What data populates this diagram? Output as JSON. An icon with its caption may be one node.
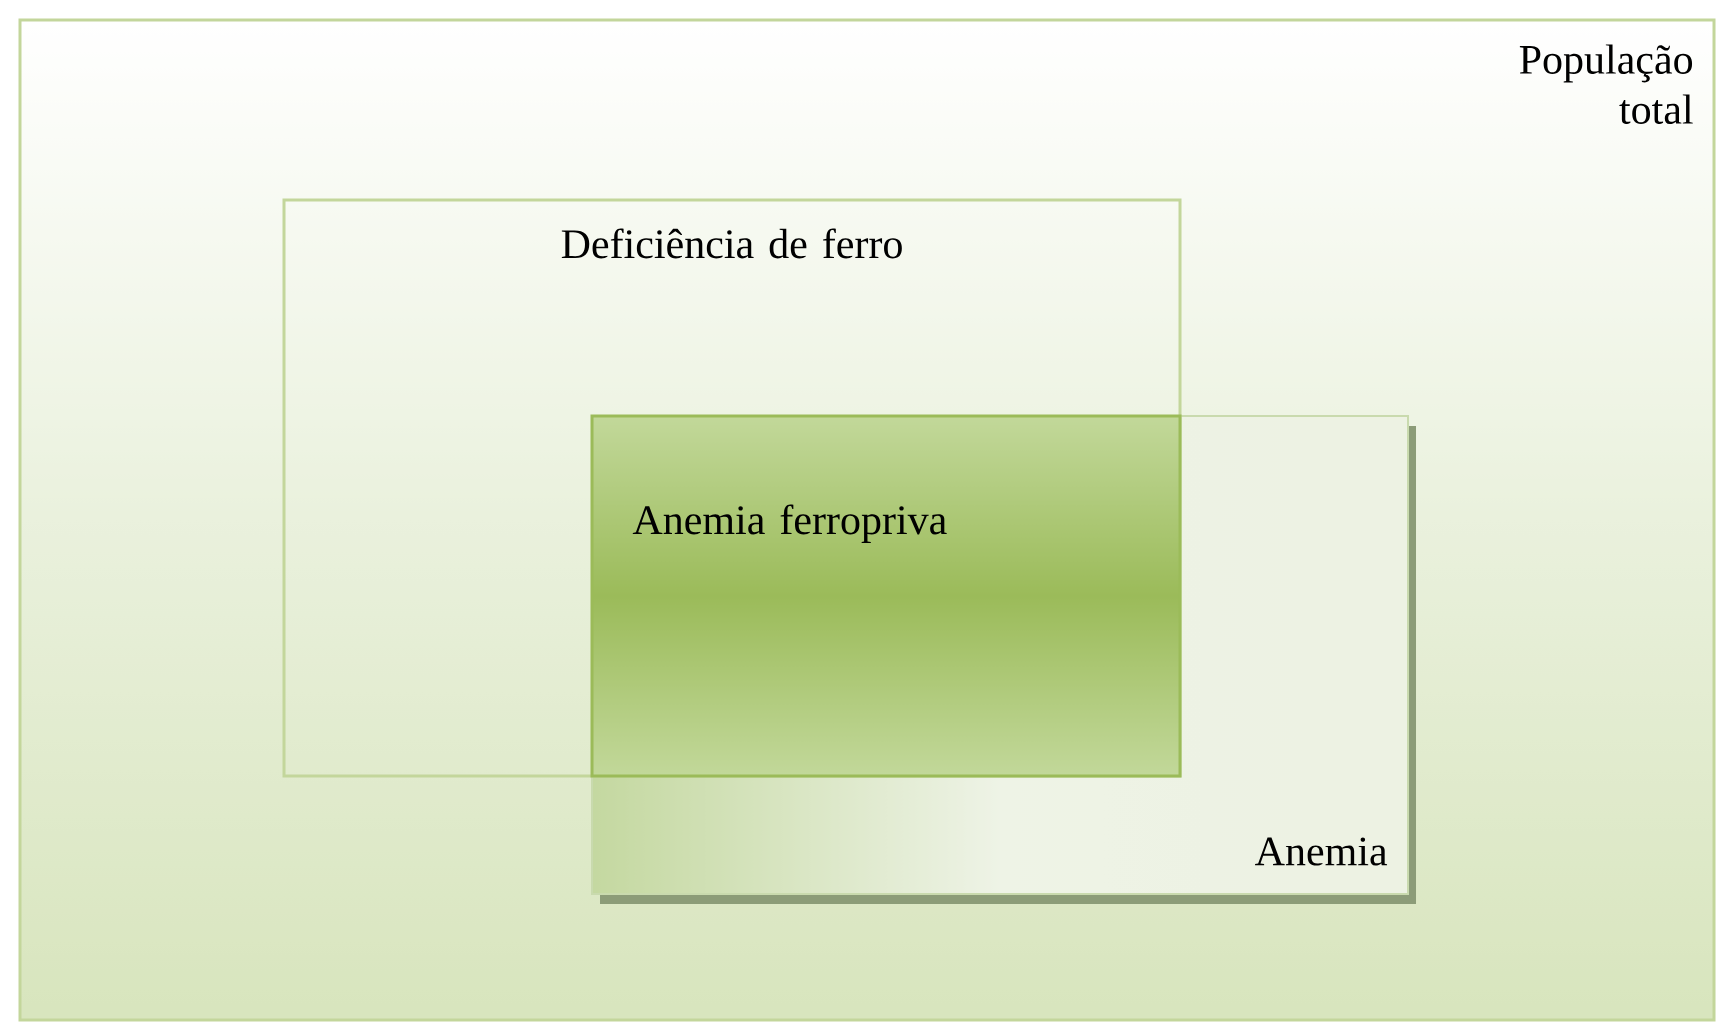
{
  "diagram": {
    "nodes": [
      {
        "text": [
          "População total"
        ]
      },
      {
        "text": [
          "Deficiência de ferro"
        ],
        "in": 0
      },
      {
        "text": [
          "Anemia ferropriva"
        ]
      },
      {
        "text": [
          "Anemia"
        ],
        "in": 0
      }
    ]
  }
}
